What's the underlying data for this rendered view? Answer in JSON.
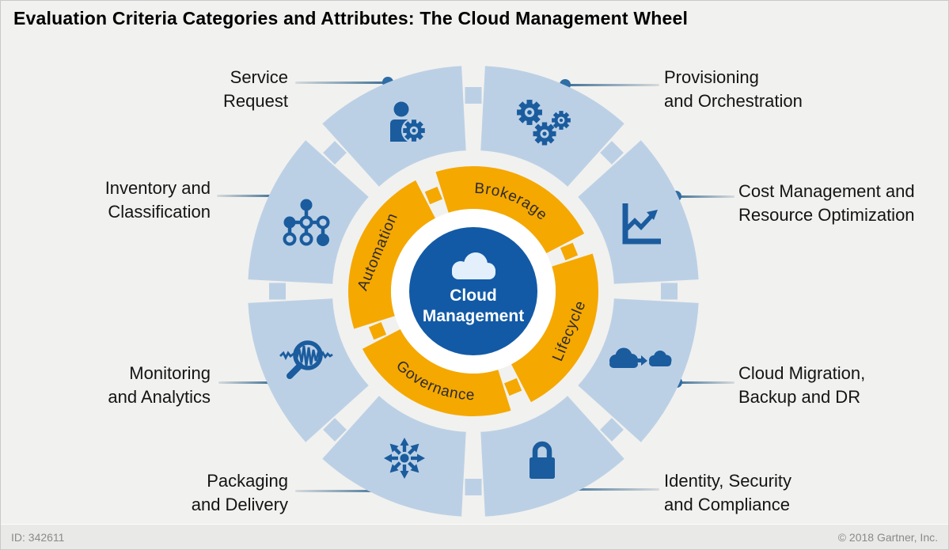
{
  "page": {
    "title": "Evaluation Criteria Categories and Attributes: The Cloud Management Wheel",
    "footer_id": "ID: 342611",
    "footer_copyright": "© 2018 Gartner, Inc."
  },
  "wheel": {
    "center_line1": "Cloud",
    "center_line2": "Management",
    "center_icon": "cloud-icon",
    "inner_ring": {
      "brokerage": "Brokerage",
      "lifecycle": "Lifecycle",
      "governance": "Governance",
      "automation": "Automation"
    },
    "categories": [
      {
        "name": "service-request",
        "line1": "Service",
        "line2": "Request",
        "icon": "person-gear-icon"
      },
      {
        "name": "provisioning",
        "line1": "Provisioning",
        "line2": "and Orchestration",
        "icon": "gears-icon"
      },
      {
        "name": "inventory",
        "line1": "Inventory and",
        "line2": "Classification",
        "icon": "network-nodes-icon"
      },
      {
        "name": "cost-management",
        "line1": "Cost Management and",
        "line2": "Resource Optimization",
        "icon": "line-chart-arrow-icon"
      },
      {
        "name": "monitoring",
        "line1": "Monitoring",
        "line2": "and Analytics",
        "icon": "magnifier-waveform-icon"
      },
      {
        "name": "cloud-migration",
        "line1": "Cloud Migration,",
        "line2": "Backup and DR",
        "icon": "cloud-transfer-icon"
      },
      {
        "name": "packaging",
        "line1": "Packaging",
        "line2": "and Delivery",
        "icon": "radiating-arrows-icon"
      },
      {
        "name": "identity-security",
        "line1": "Identity, Security",
        "line2": "and Compliance",
        "icon": "padlock-icon"
      }
    ]
  },
  "colors": {
    "background": "#F1F1EF",
    "segment_light_blue": "#BCD0E5",
    "inner_ring_orange": "#F5A800",
    "center_blue": "#125AA6",
    "icon_blue": "#1A5C9E",
    "connector_dot_blue": "#2E6DA6"
  }
}
